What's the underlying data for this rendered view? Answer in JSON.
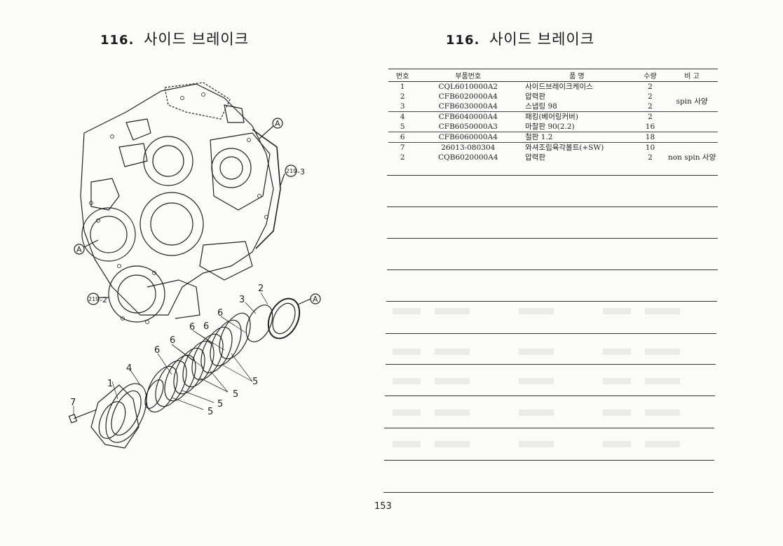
{
  "left_page": {
    "title_number": "116.",
    "title_text": "사이드 브레이크"
  },
  "right_page": {
    "title_number": "116.",
    "title_text": "사이드 브레이크"
  },
  "diagram": {
    "callout_a_left": "A",
    "callout_a_top": "A",
    "callout_a_ring": "A",
    "ref_219_3_circle": "219",
    "ref_219_3_suffix": "-3",
    "ref_219_2_circle": "219",
    "ref_219_2_suffix": "-2",
    "labels": {
      "n1": "1",
      "n2": "2",
      "n3": "3",
      "n4": "4",
      "n5a": "5",
      "n5b": "5",
      "n5c": "5",
      "n5d": "5",
      "n6a": "6",
      "n6b": "6",
      "n6c": "6",
      "n6d": "6",
      "n6e": "6",
      "n7": "7"
    }
  },
  "parts_table": {
    "headers": {
      "no": "번호",
      "part_no": "부품번호",
      "name": "품    명",
      "qty": "수량",
      "remark": "비  고"
    },
    "rows": [
      {
        "no": "1",
        "part_no": "CQL6010000A2",
        "name": "사이드브레이크케이스",
        "qty": "2"
      },
      {
        "no": "2",
        "part_no": "CFB6020000A4",
        "name": "압력판",
        "qty": "2",
        "remark": "spin 사양"
      },
      {
        "no": "3",
        "part_no": "CFB6030000A4",
        "name": "스냅링 98",
        "qty": "2"
      },
      {
        "no": "4",
        "part_no": "CFB6040000A4",
        "name": "패킹(베어링커버)",
        "qty": "2"
      },
      {
        "no": "5",
        "part_no": "CFB6050000A3",
        "name": "마찰판 90(2.2)",
        "qty": "16"
      },
      {
        "no": "6",
        "part_no": "CFB6060000A4",
        "name": "철판 1.2",
        "qty": "18"
      },
      {
        "no": "7",
        "part_no": "26013-080304",
        "name": "와셔조립육각볼트(+SW)",
        "qty": "10"
      },
      {
        "no": "2",
        "part_no": "CQB6020000A4",
        "name": "압력판",
        "qty": "2",
        "remark": "non spin 사양"
      }
    ]
  },
  "page_number": "153"
}
